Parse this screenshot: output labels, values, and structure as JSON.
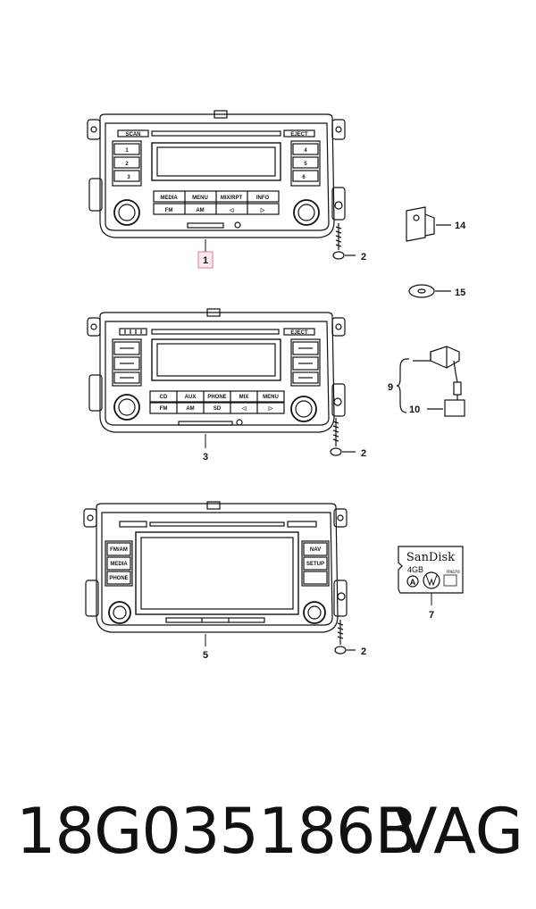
{
  "radio1": {
    "top_left": "SCAN",
    "top_right": "EJECT",
    "presets_left": [
      "1",
      "2",
      "3"
    ],
    "presets_right": [
      "4",
      "5",
      "6"
    ],
    "row1": [
      "MEDIA",
      "MENU",
      "MIX/RPT",
      "INFO"
    ],
    "row2": [
      "FM",
      "AM",
      "◁",
      "▷"
    ]
  },
  "radio3": {
    "top_right": "EJECT",
    "row1": [
      "CD",
      "AUX",
      "PHONE",
      "MIX",
      "MENU"
    ],
    "row2": [
      "FM",
      "AM",
      "SD",
      "◁",
      "▷"
    ]
  },
  "radio5": {
    "left_buttons": [
      "FM/AM",
      "MEDIA",
      "PHONE"
    ],
    "right_buttons": [
      "NAV",
      "SETUP"
    ]
  },
  "sd_card": {
    "brand": "SanDisk",
    "capacity": "4GB",
    "badge": "A"
  },
  "callouts": {
    "c1": "1",
    "c2a": "2",
    "c2b": "2",
    "c2c": "2",
    "c3": "3",
    "c5": "5",
    "c7": "7",
    "c9": "9",
    "c10": "10",
    "c14": "14",
    "c15": "15"
  },
  "footer": {
    "part_number": "18G035186B",
    "brand": "VAG"
  }
}
